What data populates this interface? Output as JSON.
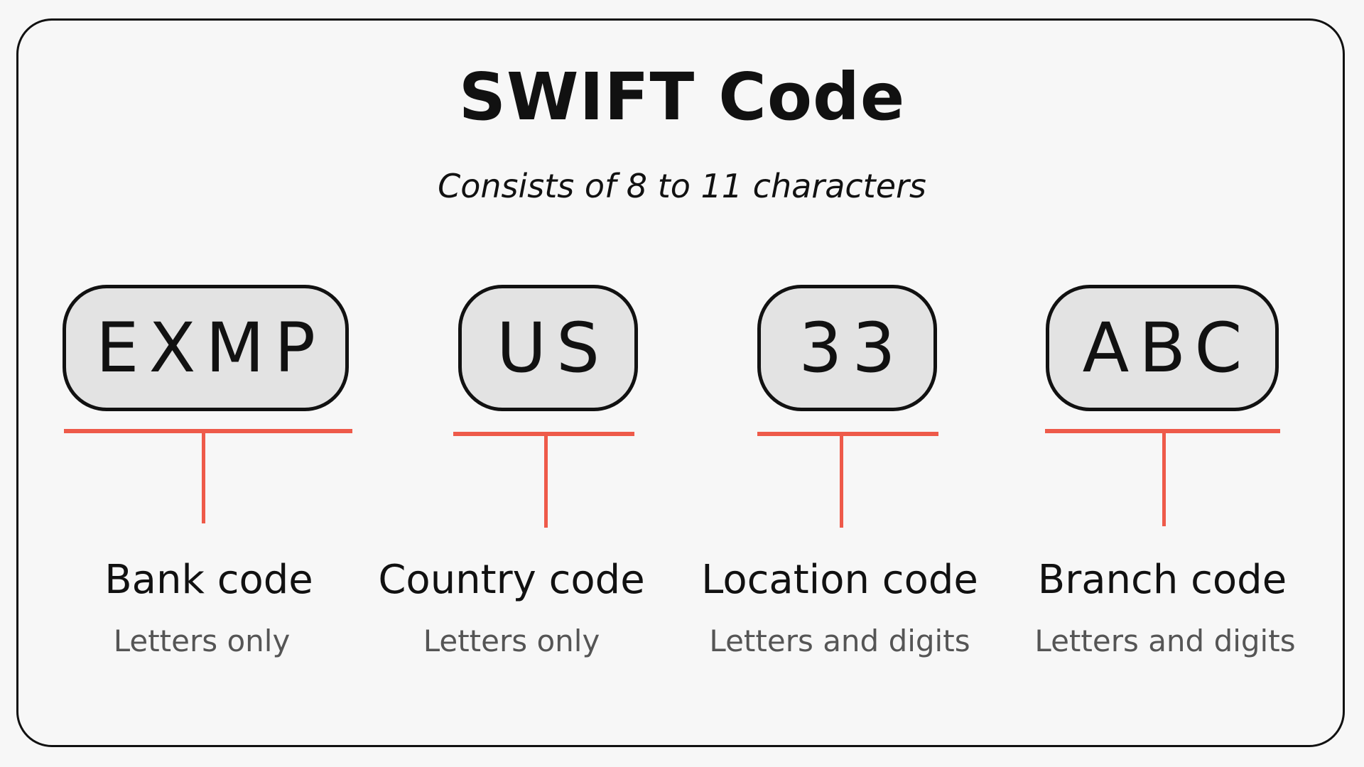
{
  "diagram": {
    "title": "SWIFT Code",
    "subtitle": "Consists of 8 to 11 characters",
    "accent_color": "#ee5a4a",
    "box_fill": "#e3e3e3",
    "segments": [
      {
        "code": "EXMP",
        "label": "Bank code",
        "description": "Letters only"
      },
      {
        "code": "US",
        "label": "Country code",
        "description": "Letters only"
      },
      {
        "code": "33",
        "label": "Location code",
        "description": "Letters and digits"
      },
      {
        "code": "ABC",
        "label": "Branch code",
        "description": "Letters and digits"
      }
    ]
  }
}
